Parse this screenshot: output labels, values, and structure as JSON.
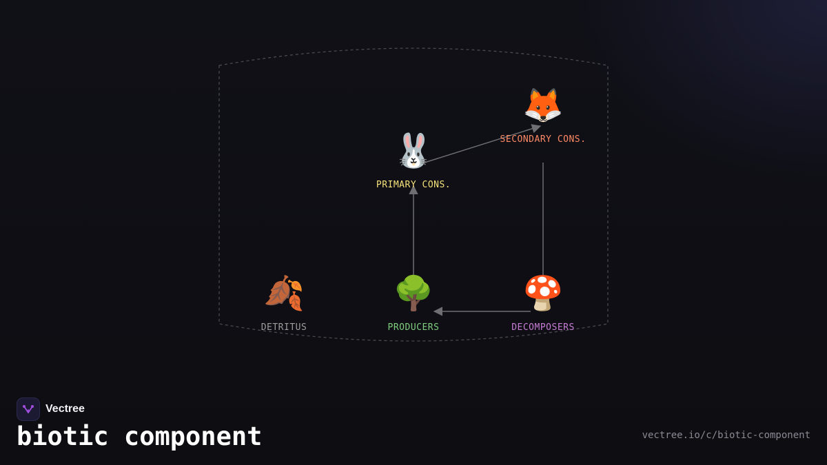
{
  "diagram": {
    "nodes": [
      {
        "id": "secondary",
        "emoji": "🦊",
        "label": "SECONDARY CONS.",
        "color": "#ff8a65"
      },
      {
        "id": "primary",
        "emoji": "🐰",
        "label": "PRIMARY CONS.",
        "color": "#f5e27a"
      },
      {
        "id": "detritus",
        "emoji": "🍂",
        "label": "DETRITUS",
        "color": "#9e9e9e"
      },
      {
        "id": "producers",
        "emoji": "🌳",
        "label": "PRODUCERS",
        "color": "#7fcf7f"
      },
      {
        "id": "decomposers",
        "emoji": "🍄",
        "label": "DECOMPOSERS",
        "color": "#c77dd6"
      }
    ],
    "edges": [
      {
        "from": "producers",
        "to": "primary"
      },
      {
        "from": "primary",
        "to": "secondary"
      },
      {
        "from": "secondary",
        "to": "decomposers"
      },
      {
        "from": "decomposers",
        "to": "producers"
      }
    ],
    "colors": {
      "edge": "#6f6f73",
      "boundary": "#4a4a50"
    }
  },
  "brand": {
    "name": "Vectree",
    "logo_icon": "vectree-logo-icon",
    "logo_color": "#a34fe0"
  },
  "title": "biotic component",
  "url": "vectree.io/c/biotic-component"
}
